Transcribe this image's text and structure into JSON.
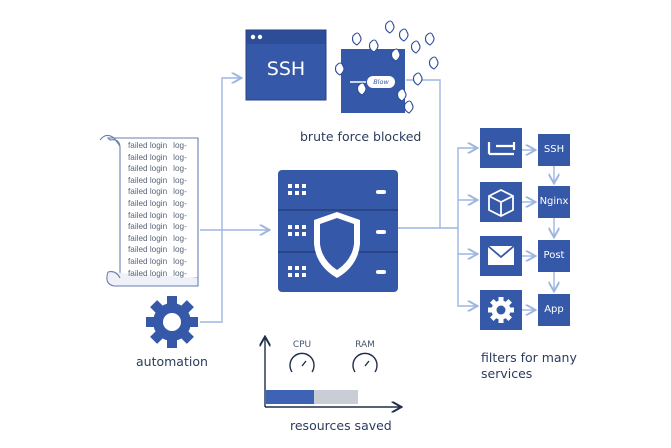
{
  "colors": {
    "primary": "#3658a8",
    "primary_light": "#4a6fc0",
    "connector": "#9db6e0",
    "gauge_bar_used": "#3e62b4",
    "gauge_bar_saved": "#c9cdd6"
  },
  "ssh_window": {
    "label": "SSH"
  },
  "blocked_window": {
    "tag": "Blow"
  },
  "brute_force": {
    "caption": "brute force blocked"
  },
  "log_scroll": {
    "lines": [
      {
        "left": "failed login",
        "right": "log-"
      },
      {
        "left": "failed login",
        "right": "log-"
      },
      {
        "left": "failed login",
        "right": "log-"
      },
      {
        "left": "failed login",
        "right": "log-"
      },
      {
        "left": "failed login",
        "right": "log-"
      },
      {
        "left": "failed login",
        "right": "log-"
      },
      {
        "left": "failed login",
        "right": "log-"
      },
      {
        "left": "failed login",
        "right": "log-"
      },
      {
        "left": "failed login",
        "right": "log-"
      },
      {
        "left": "failed login",
        "right": "log-"
      },
      {
        "left": "failed login",
        "right": "log-"
      },
      {
        "left": "failed login",
        "right": "log-"
      }
    ]
  },
  "automation": {
    "caption": "automation"
  },
  "resources": {
    "caption": "resources saved",
    "gauges": [
      {
        "label": "CPU",
        "icon": "gauge-icon"
      },
      {
        "label": "RAM",
        "icon": "gauge-icon"
      }
    ],
    "used_fraction": 0.52
  },
  "filters": {
    "caption_line1": "filters for many",
    "caption_line2": "services",
    "rows": [
      {
        "icon": "terminal-icon",
        "service": "SSH"
      },
      {
        "icon": "cube-icon",
        "service": "Nginx"
      },
      {
        "icon": "mail-icon",
        "service": "Post"
      },
      {
        "icon": "gear-icon",
        "service": "App"
      }
    ]
  }
}
